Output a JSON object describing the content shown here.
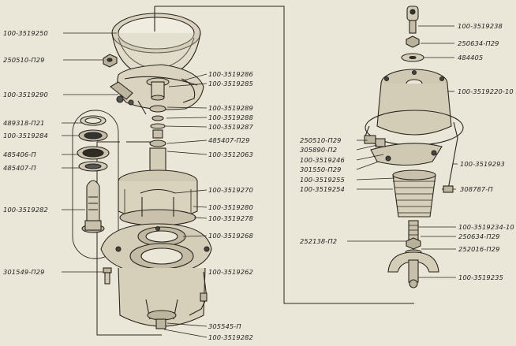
{
  "labels": {
    "l_3519250": "100-3519250",
    "l_250510_a": "250510-П29",
    "l_3519290": "100-3519290",
    "l_489318": "489318-П21",
    "l_3519284": "100-3519284",
    "l_485406": "485406-П",
    "l_485407_left": "485407-П",
    "l_3519282_left": "100-3519282",
    "l_301549": "301549-П29",
    "l_3519286": "100-3519286",
    "l_3519285": "100-3519285",
    "l_3519289": "100-3519289",
    "l_3519288": "100-3519288",
    "l_3519287": "100-3519287",
    "l_485407_mid": "485407-П29",
    "l_3512063": "100-3512063",
    "l_3519270": "100-3519270",
    "l_3519280": "100-3519280",
    "l_3519278": "100-3519278",
    "l_3519268": "100-3519268",
    "l_3519262": "100-3519262",
    "l_305545": "305545-П",
    "l_3519282_bot": "100-3519282",
    "l_3519238": "100-3519238",
    "l_250634_a": "250634-П29",
    "l_484405": "484405",
    "l_3519220": "100-3519220-10",
    "l_250510_b": "250510-П29",
    "l_305890": "305890-П2",
    "l_3519246": "100-3519246",
    "l_301550": "301550-П29",
    "l_3519255": "100-3519255",
    "l_3519254": "100-3519254",
    "l_3519293": "100-3519293",
    "l_308787": "308787-П",
    "l_252138": "252138-П2",
    "l_3519234": "100-3519234-10",
    "l_250634_b": "250634-П29",
    "l_252016": "252016-П29",
    "l_3519235": "100-3519235"
  }
}
